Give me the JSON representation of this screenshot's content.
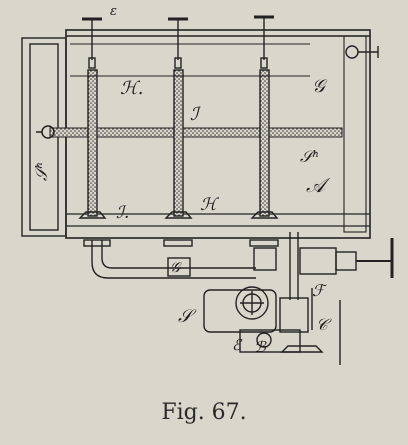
{
  "figure": {
    "caption": "Fig. 67."
  },
  "labels": {
    "top_e": "ε",
    "h_left": "ℋ.",
    "j_mid": "ℐ",
    "g_right": "𝒢",
    "s_left_side": "𝒮ʰ",
    "s_right_side": "𝒮ʰ",
    "a_right": "𝒜",
    "j_bottom": "ℐ.",
    "h_bottom": "ℋ",
    "g_pipe": "𝒢",
    "s_lower": "𝒮",
    "f_lower": "ℱ",
    "c_lower": "𝒞",
    "e_lower": "ℰ",
    "b_lower": "ℬ"
  }
}
